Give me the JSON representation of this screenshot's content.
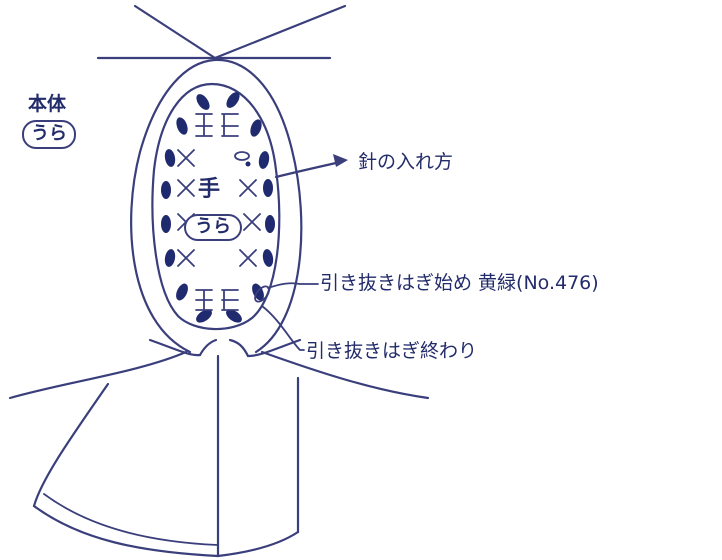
{
  "labels": {
    "body": "本体",
    "body_side": "うら",
    "hand": "手",
    "hand_side": "うら",
    "needle_insertion": "針の入れ方",
    "slip_stitch_start": "引き抜きはぎ始め 黄緑(No.476)",
    "slip_stitch_end": "引き抜きはぎ終わり"
  },
  "colors": {
    "line": "#3a3f7c",
    "bead": "#202a6e",
    "background": "#ffffff"
  }
}
